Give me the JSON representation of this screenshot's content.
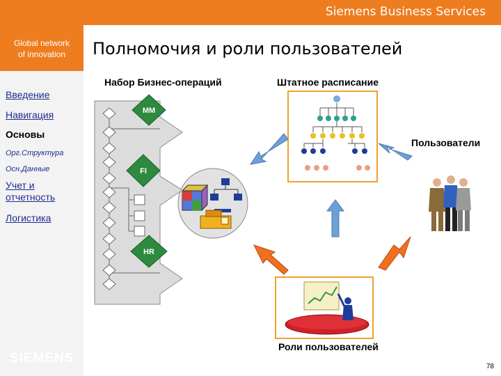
{
  "header": {
    "brand": "Siemens Business Services"
  },
  "sidebar": {
    "tagline": [
      "Global network",
      "of innovation"
    ],
    "logo": "SIEMENS"
  },
  "slide": {
    "title": "Полномочия и роли пользователей",
    "page_number": "78"
  },
  "nav": {
    "intro": "Введение",
    "navigation": "Навигация",
    "basics": "Основы",
    "org_structure": "Орг.Структура",
    "master_data": "Осн.Данные",
    "accounting": [
      "Учет и",
      "отчетность"
    ],
    "logistics": "Логистика"
  },
  "diagram": {
    "business_ops_label": "Набор Бизнес-операций",
    "staffing_label": "Штатное расписание",
    "users_label": "Пользователи",
    "roles_label": "Роли пользователей",
    "modules": [
      "MM",
      "FI",
      "HR"
    ],
    "colors": {
      "accent": "#ee7d1f",
      "module": "#2d8a3e",
      "arrow_blue": "#6ea0d8",
      "arrow_orange": "#f07020",
      "stage": "#d0202a"
    }
  }
}
